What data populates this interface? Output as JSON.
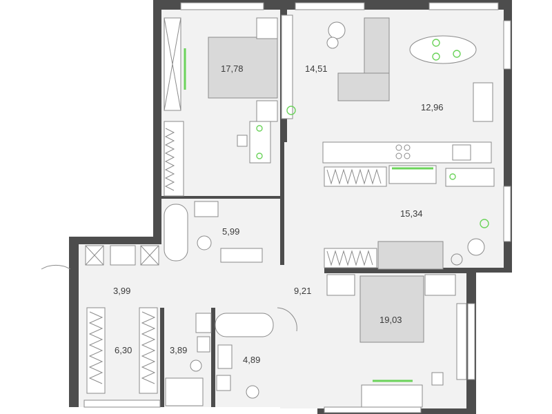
{
  "plan": {
    "colors": {
      "wall": "#4d4d4d",
      "floor": "#f2f2f2",
      "fixture": "#8a8a8a",
      "accent": "#6bd35a"
    },
    "rooms": [
      {
        "id": "bedroom-left",
        "area": "17,78"
      },
      {
        "id": "living",
        "area": "14,51"
      },
      {
        "id": "kitchen-dining",
        "area": "12,96"
      },
      {
        "id": "bathroom-top",
        "area": "5,99"
      },
      {
        "id": "bedroom-right",
        "area": "15,34"
      },
      {
        "id": "entrance-hall",
        "area": "3,99"
      },
      {
        "id": "corridor",
        "area": "9,21"
      },
      {
        "id": "master-bedroom",
        "area": "19,03"
      },
      {
        "id": "wardrobe",
        "area": "6,30"
      },
      {
        "id": "shower-room",
        "area": "3,89"
      },
      {
        "id": "bathroom-bottom",
        "area": "4,89"
      }
    ]
  }
}
